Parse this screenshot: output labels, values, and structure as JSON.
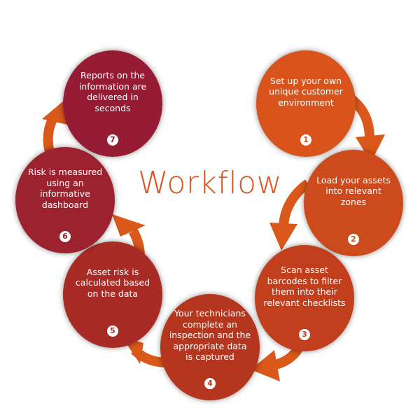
{
  "title": "Workflow",
  "colors": {
    "arrow": "#d9581a",
    "title": "#d9531e"
  },
  "steps": [
    {
      "number": "1",
      "text": "Set up your own unique customer environment",
      "color": "#d9531c"
    },
    {
      "number": "2",
      "text": "Load your assets into relevant zones",
      "color": "#cc4a1c"
    },
    {
      "number": "3",
      "text": "Scan asset barcodes to filter them into their relevant checklists",
      "color": "#c13f1d"
    },
    {
      "number": "4",
      "text": "Your technicians complete an inspection and the appropriate data is captured",
      "color": "#b5361f"
    },
    {
      "number": "5",
      "text": "Asset risk is calculated based on the data",
      "color": "#a82b25"
    },
    {
      "number": "6",
      "text": "Risk is measured using an informative dashboard",
      "color": "#9c2230"
    },
    {
      "number": "7",
      "text": "Reports on the information are delivered in seconds",
      "color": "#961b35"
    }
  ]
}
